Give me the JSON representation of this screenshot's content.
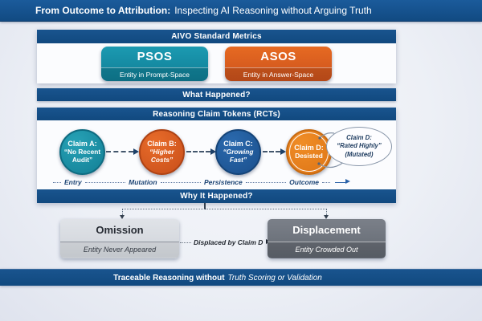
{
  "title": {
    "bold": "From Outcome to Attribution:",
    "rest": "Inspecting AI Reasoning without Arguing Truth"
  },
  "metrics_panel": {
    "header": "AIVO Standard Metrics",
    "cards": [
      {
        "name": "PSOS",
        "subtitle": "Entity in Prompt-Space",
        "color": "#148ca4"
      },
      {
        "name": "ASOS",
        "subtitle": "Entity in Answer-Space",
        "color": "#da5e1f"
      }
    ]
  },
  "what_happened_bar": "What Happened?",
  "rct_panel": {
    "header": "Reasoning Claim Tokens (RCTs)",
    "claims": [
      {
        "label": "Claim A:",
        "text": "“No Recent Audit”",
        "color": "#17859b"
      },
      {
        "label": "Claim B:",
        "text": "“Higher Costs”",
        "color": "#d4571e"
      },
      {
        "label": "Claim C:",
        "text": "“Growing Fast”",
        "color": "#1f5a9c"
      },
      {
        "label": "Claim D:",
        "text": "Desisted",
        "color": "#e4811c"
      }
    ],
    "callout": {
      "line1": "Claim D:",
      "line2": "“Rated Highly”",
      "line3": "(Mutated)"
    },
    "timeline": [
      "Entry",
      "Mutation",
      "Persistence",
      "Outcome"
    ],
    "footer": "Why It Happened?"
  },
  "attribution": {
    "left_box": {
      "title": "Omission",
      "subtitle": "Entity Never Appeared"
    },
    "right_box": {
      "title": "Displacement",
      "subtitle": "Entity Crowded Out"
    },
    "connector_label": "Displaced by Claim D"
  },
  "footer_bar": {
    "bold": "Traceable Reasoning without",
    "italic": "Truth Scoring or Validation"
  },
  "colors": {
    "bar_blue": "#134f8e",
    "panel_bg": "#fbfcfe",
    "background": "#e9ecf4",
    "omission_gray": "#d4d8dd",
    "displacement_gray": "#6b7078"
  }
}
